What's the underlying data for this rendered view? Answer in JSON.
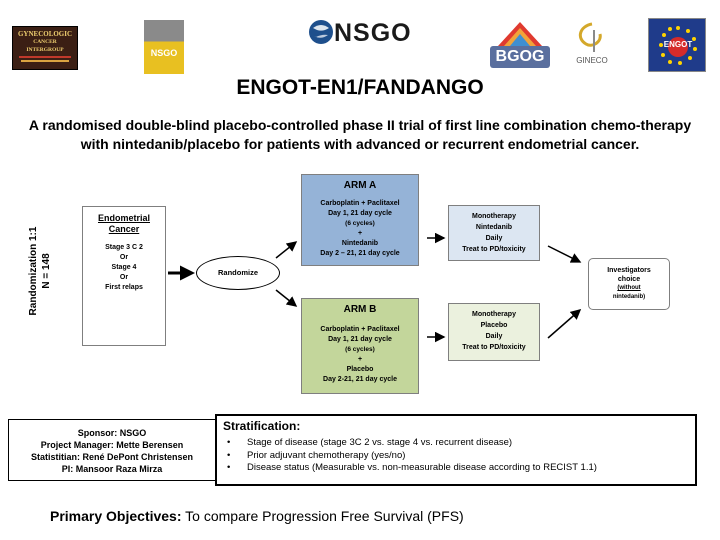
{
  "logos": {
    "gcig_line1": "GYNECOLOGIC",
    "gcig_line2": "CANCER INTERGROUP",
    "nsgo_text": "NSGO",
    "nsgo_box_text": "NSGO",
    "bgog_text": "BGOG",
    "gineco_text": "GINECO",
    "engot_text": "ENGOT"
  },
  "title": "ENGOT-EN1/FANDANGO",
  "subtitle": "A randomised double-blind placebo-controlled phase II trial of first line combination chemo-therapy with nintedanib/placebo for patients with advanced or recurrent endometrial cancer.",
  "diagram": {
    "randomization_label": "Randomization 1:1",
    "n_label": "N = 148",
    "endometrial": {
      "title1": "Endometrial",
      "title2": "Cancer",
      "l1": "Stage 3 C 2",
      "l2": "Or",
      "l3": "Stage 4",
      "l4": "Or",
      "l5": "First relaps"
    },
    "randomize": "Randomize",
    "arm_a": {
      "title": "ARM A",
      "l1": "Carboplatin + Paclitaxel",
      "l2": "Day 1, 21 day cycle",
      "l3": "(6 cycles)",
      "l4": "+",
      "l5": "Nintedanib",
      "l6": "Day 2 – 21, 21 day cycle"
    },
    "arm_b": {
      "title": "ARM B",
      "l1": "Carboplatin + Paclitaxel",
      "l2": "Day 1, 21 day cycle",
      "l3": "(6 cycles)",
      "l4": "+",
      "l5": "Placebo",
      "l6": "Day 2-21,  21 day cycle"
    },
    "mono_a": {
      "l1": "Monotherapy",
      "l2": "Nintedanib",
      "l3": "Daily",
      "l4": "Treat to PD/toxicity"
    },
    "mono_b": {
      "l1": "Monotherapy",
      "l2": "Placebo",
      "l3": "Daily",
      "l4": "Treat to PD/toxicity"
    },
    "investigators": {
      "l1": "Investigators",
      "l2": "choice",
      "l3": "(without",
      "l4": "nintedanib)"
    },
    "colors": {
      "arm_a_fill": "#95b3d7",
      "arm_b_fill": "#c3d69b",
      "mono_a_fill": "#dce6f2",
      "mono_b_fill": "#ebf1de",
      "border": "#7f7f7f"
    }
  },
  "sponsor": {
    "l1": "Sponsor: NSGO",
    "l2": "Project Manager: Mette Berensen",
    "l3": "Statistitian: René DePont Christensen",
    "l4": "PI: Mansoor Raza Mirza"
  },
  "stratification": {
    "heading": "Stratification:",
    "items": [
      "Stage of disease (stage 3C 2 vs. stage 4 vs. recurrent disease)",
      "Prior adjuvant chemotherapy (yes/no)",
      "Disease status (Measurable vs. non-measurable disease according to  RECIST 1.1)"
    ]
  },
  "primary": {
    "label": "Primary Objectives:",
    "text": " To compare Progression Free Survival (PFS)"
  }
}
